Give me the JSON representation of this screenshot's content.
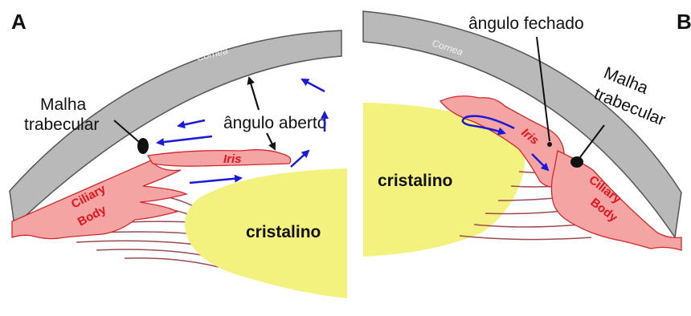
{
  "panels": [
    {
      "letter": "A",
      "labels": {
        "cornea": "Cornea",
        "trabecular_line1": "Malha",
        "trabecular_line2": "trabecular",
        "angle": "ângulo aberto",
        "iris": "Iris",
        "ciliary_line1": "Ciliary",
        "ciliary_line2": "Body",
        "lens": "cristalino"
      }
    },
    {
      "letter": "B",
      "labels": {
        "cornea": "Cornea",
        "trabecular_line1": "Malha",
        "trabecular_line2": "trabecular",
        "angle": "ângulo fechado",
        "iris": "Iris",
        "ciliary_line1": "Ciliary",
        "ciliary_line2": "Body",
        "lens": "cristalino"
      }
    }
  ],
  "colors": {
    "cornea": "#b9b9b9",
    "cornea_edge": "#555555",
    "tissue": "#f5a4a4",
    "tissue_edge": "#d0282c",
    "lens": "#f4f27e",
    "flow_arrow": "#1a1ad8",
    "pointer": "#111111",
    "mesh": "#111111"
  }
}
